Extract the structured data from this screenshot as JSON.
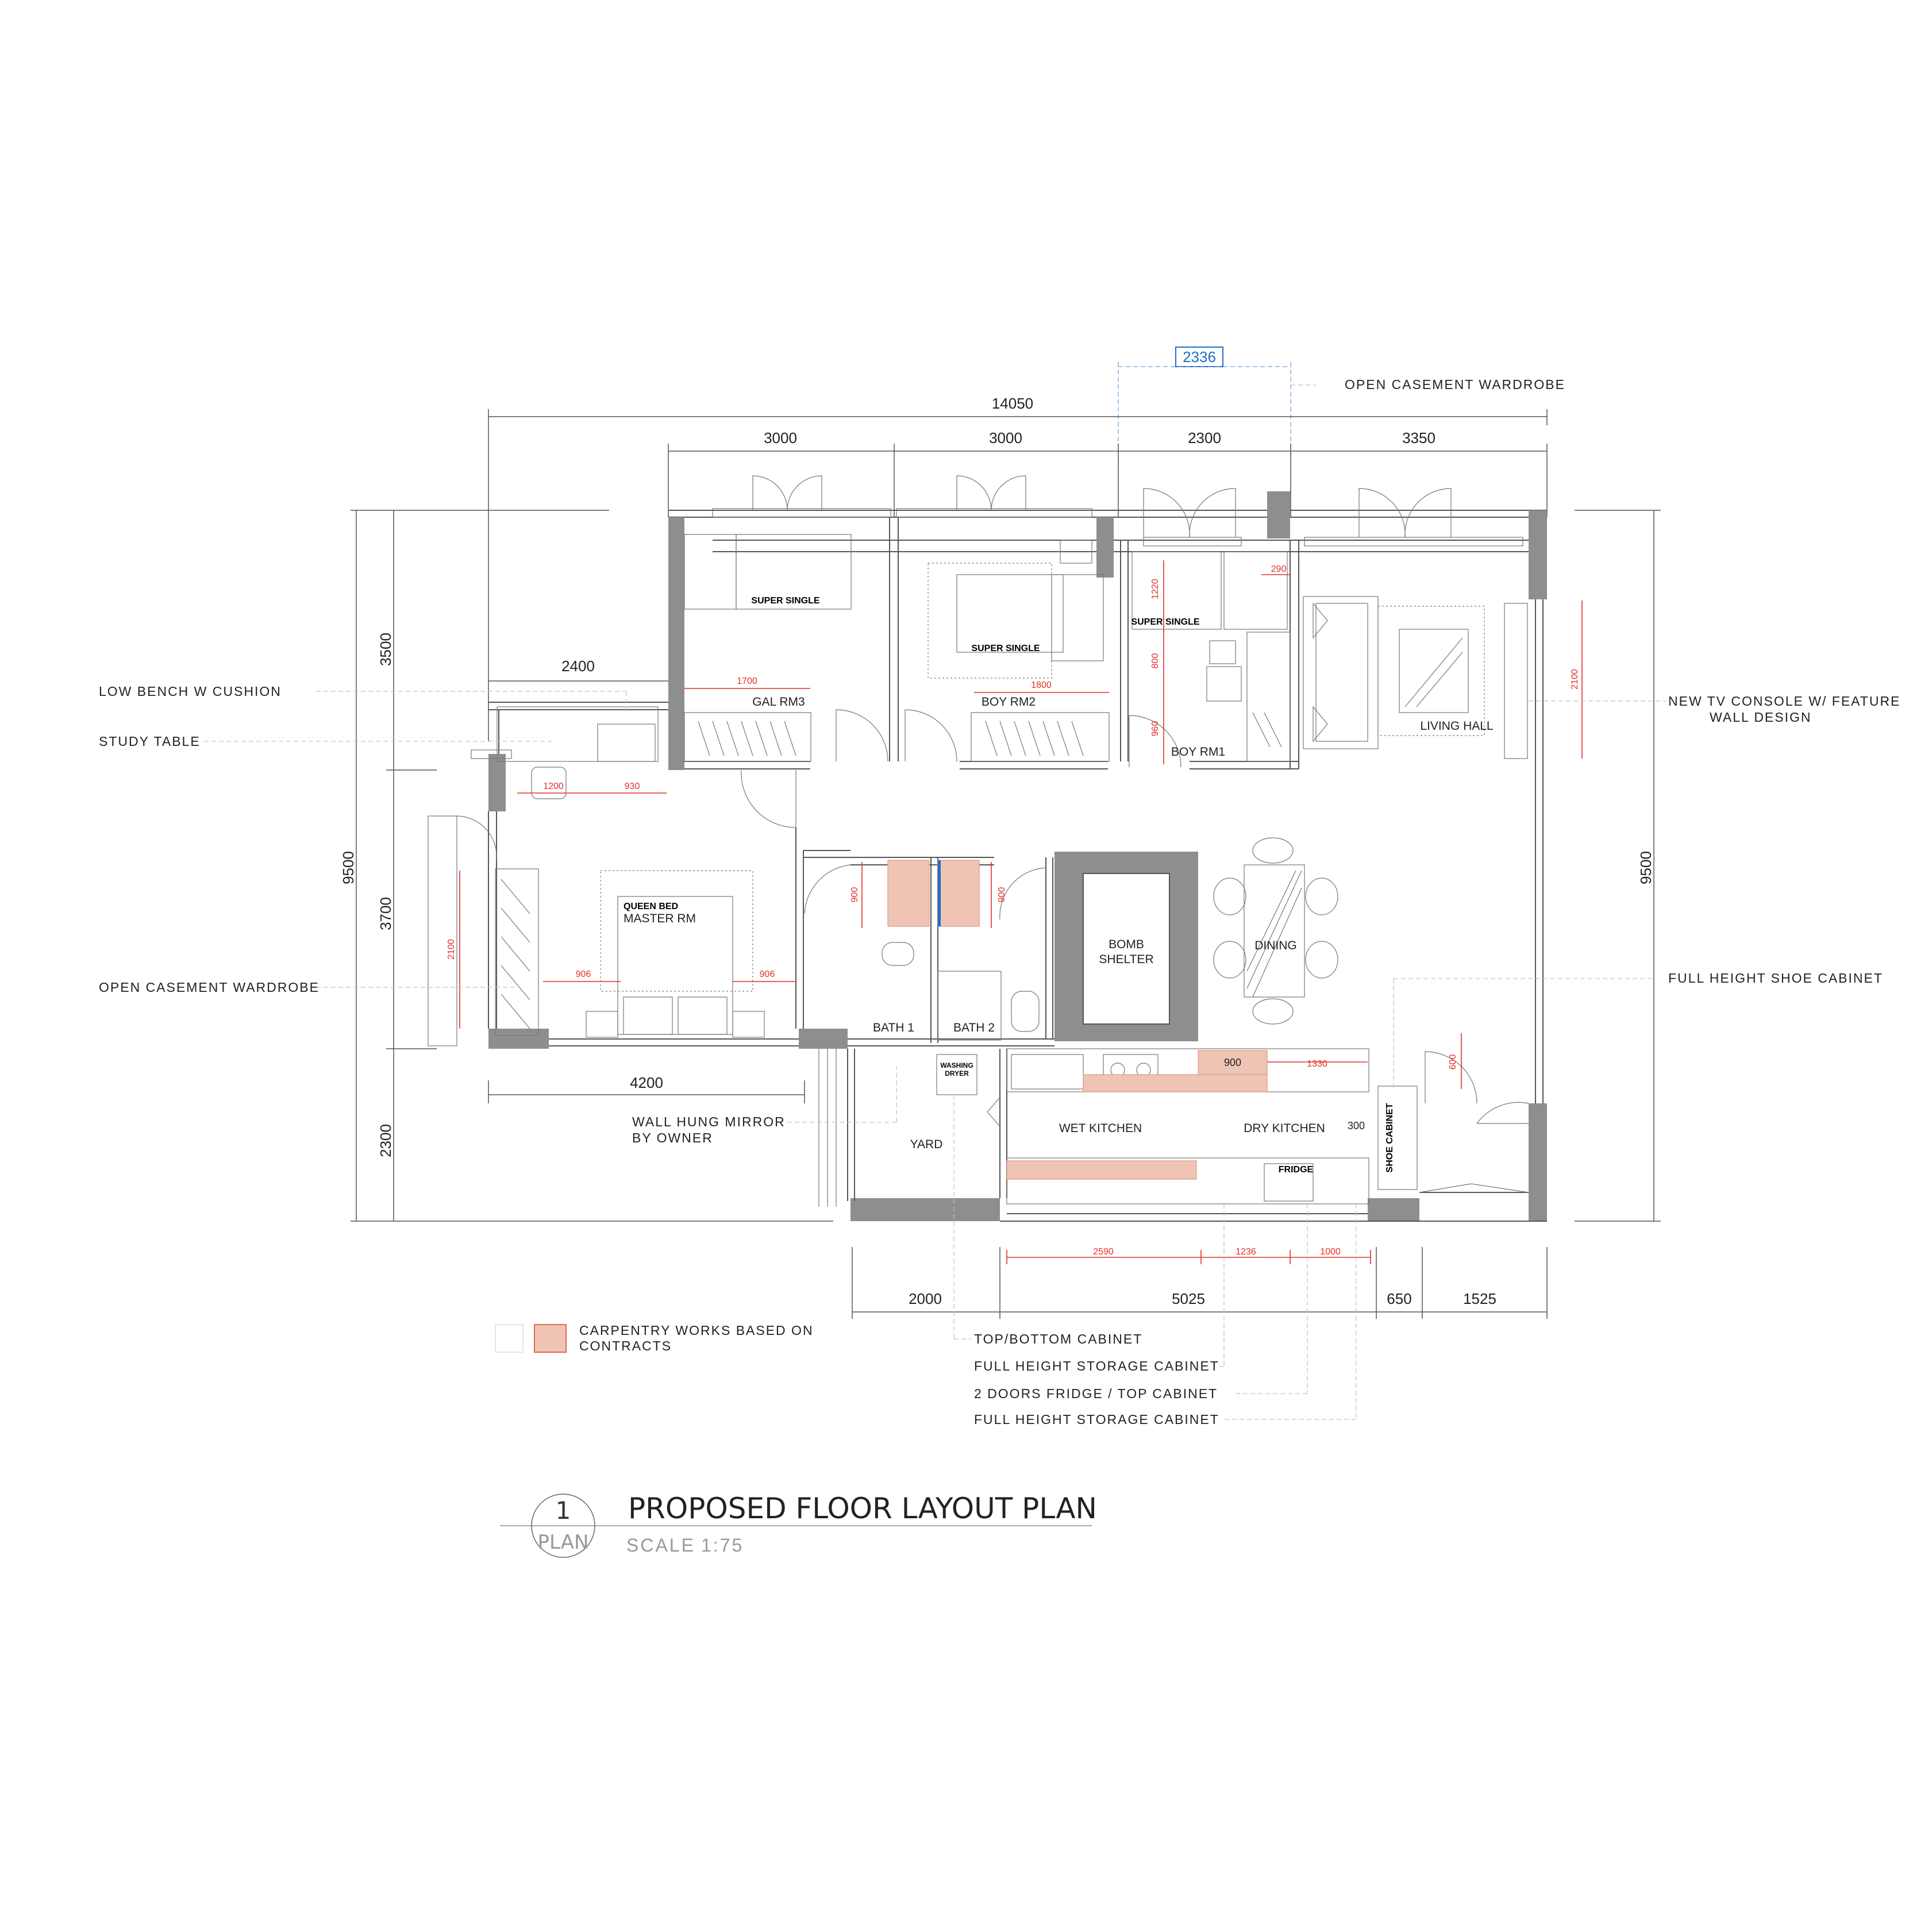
{
  "title": {
    "number": "1",
    "sub": "PLAN",
    "heading": "PROPOSED FLOOR LAYOUT PLAN",
    "scale_label": "SCALE",
    "scale_value": "1:75"
  },
  "dimensions": {
    "top_highlight": "2336",
    "overall": "14050",
    "top_1": "3000",
    "top_2": "3000",
    "top_3": "2300",
    "top_4": "3350",
    "study_width": "2400",
    "master_width": "4200",
    "left_total": "9500",
    "right_total": "9500",
    "left_1": "3500",
    "left_2": "3700",
    "left_3": "2300",
    "bottom_1": "2000",
    "bottom_2": "5025",
    "bottom_3": "650",
    "bottom_4": "1525"
  },
  "red_dims": {
    "gal_bed": "1700",
    "boy2_bed": "1800",
    "boy1_a": "1220",
    "boy1_b": "800",
    "boy1_c": "960",
    "boy1_d": "290",
    "tv": "2100",
    "study_a": "1200",
    "study_b": "930",
    "wardrobe": "2100",
    "master_l": "906",
    "master_r": "906",
    "bath1": "900",
    "bath2": "900",
    "kitchen_a": "900",
    "kitchen_b": "1330",
    "kitchen_c": "600",
    "k_bottom_1": "2590",
    "k_bottom_2": "1236",
    "k_bottom_3": "1000",
    "kitchen_300": "300"
  },
  "rooms": {
    "gal": "GAL RM3",
    "boy2": "BOY RM2",
    "boy1": "BOY RM1",
    "living": "LIVING HALL",
    "master": "MASTER RM",
    "bomb_1": "BOMB",
    "bomb_2": "SHELTER",
    "dining": "DINING",
    "bath1": "BATH 1",
    "bath2": "BATH 2",
    "yard": "YARD",
    "wet_kitchen": "WET KITCHEN",
    "dry_kitchen": "DRY KITCHEN"
  },
  "furniture": {
    "ss1": "SUPER SINGLE",
    "ss2": "SUPER SINGLE",
    "ss3": "SUPER SINGLE",
    "queen": "QUEEN BED",
    "washer_1": "WASHING",
    "washer_2": "DRYER",
    "fridge": "FRIDGE",
    "shoe": "SHOE CABINET"
  },
  "notes": {
    "open_wardrobe_top": "OPEN CASEMENT WARDROBE",
    "low_bench": "LOW BENCH W CUSHION",
    "study_table": "STUDY TABLE",
    "open_wardrobe_left": "OPEN CASEMENT WARDROBE",
    "mirror_1": "WALL HUNG MIRROR",
    "mirror_2": "BY OWNER",
    "tv_1": "NEW TV CONSOLE W/ FEATURE",
    "tv_2": "WALL DESIGN",
    "shoe_cabinet": "FULL HEIGHT SHOE CABINET",
    "top_bottom": "TOP/BOTTOM CABINET",
    "full_storage_1": "FULL HEIGHT STORAGE CABINET",
    "fridge_top": "2 DOORS FRIDGE / TOP CABINET",
    "full_storage_2": "FULL HEIGHT STORAGE CABINET"
  },
  "legend": {
    "line1": "CARPENTRY WORKS BASED ON",
    "line2": "CONTRACTS"
  },
  "colors": {
    "carpentry": "#f0c4b4",
    "wall": "#8e8e8e",
    "red_dimension": "#e0302a",
    "highlight_dimension": "#1e6fc9"
  }
}
